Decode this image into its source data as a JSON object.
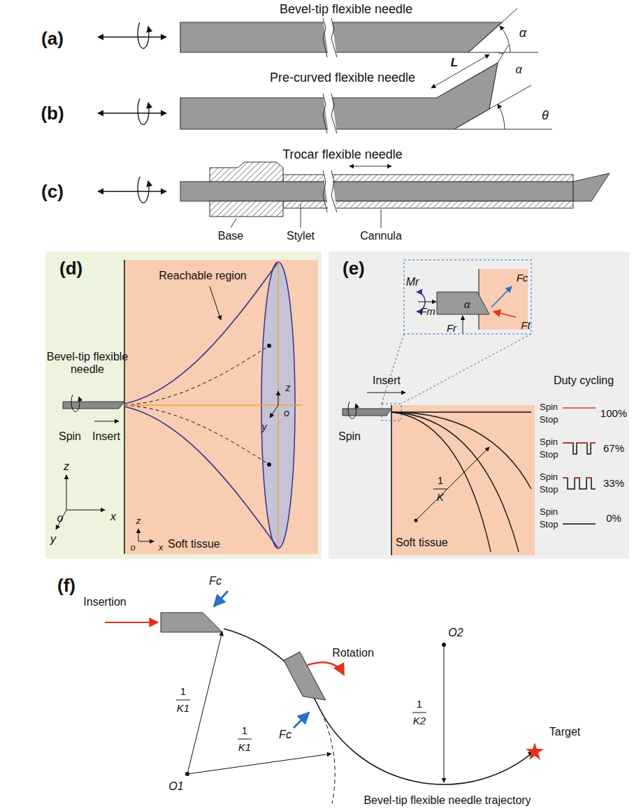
{
  "diagram": {
    "nodes": [
      {
        "text": [
          "(d)"
        ]
      },
      {
        "text": [
          "Soft tissue"
        ],
        "in": 0
      },
      {
        "text": [
          "(e)"
        ]
      },
      {
        "text": [
          "Soft tissue"
        ],
        "in": 2
      }
    ],
    "edges": [],
    "labels": [
      "(a)",
      "Bevel-tip flexible needle",
      "α",
      "(b)",
      "Pre-curved flexible needle",
      "L",
      "α",
      "θ",
      "(c)",
      "Trocar flexible needle",
      "Base",
      "Stylet",
      "Cannula",
      "Reachable region",
      "Bevel-tip flexible needle",
      "Spin",
      "Insert",
      "z",
      "o",
      "x",
      "y",
      "z",
      "o",
      "x",
      "z",
      "y",
      "o",
      "Insert",
      "Spin",
      "Mr",
      "Fm",
      "Fr",
      "Fc",
      "Ft",
      "α",
      "Duty cycling",
      "Spin",
      "Stop",
      "100%",
      "Spin",
      "Stop",
      "67%",
      "Spin",
      "Stop",
      "33%",
      "Spin",
      "Stop",
      "0%",
      "1",
      "K",
      "(f)",
      "Insertion",
      "Rotation",
      "Fc",
      "Fc",
      "O2",
      "1",
      "K2",
      "1",
      "K1",
      "1",
      "K1",
      "O1",
      "Bevel-tip flexible needle trajectory",
      "Target"
    ]
  }
}
